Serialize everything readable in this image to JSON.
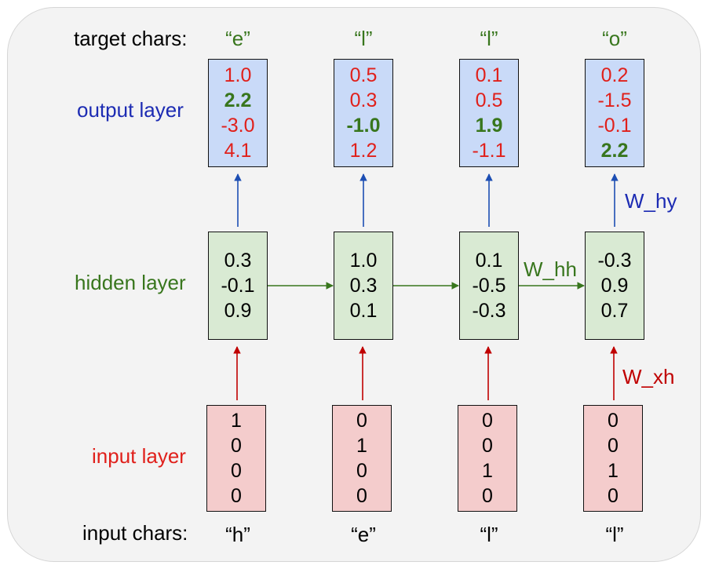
{
  "target_label": "target chars:",
  "input_chars_label": "input chars:",
  "layers": {
    "output": "output layer",
    "hidden": "hidden layer",
    "input": "input layer"
  },
  "weights": {
    "hy": "W_hy",
    "hh": "W_hh",
    "xh": "W_xh"
  },
  "colors": {
    "output_fill": "#c9daf8",
    "hidden_fill": "#d9ead3",
    "input_fill": "#f4cccc",
    "output_text": "#e0201b",
    "target_green": "#38761d",
    "wxh_red": "#c00000",
    "why_blue": "#1c4eb3"
  },
  "steps": [
    {
      "target": "“e”",
      "input_char": "“h”",
      "output": [
        {
          "v": "1.0",
          "hi": false
        },
        {
          "v": "2.2",
          "hi": true
        },
        {
          "v": "-3.0",
          "hi": false
        },
        {
          "v": "4.1",
          "hi": false
        }
      ],
      "hidden": [
        "0.3",
        "-0.1",
        "0.9"
      ],
      "input": [
        "1",
        "0",
        "0",
        "0"
      ]
    },
    {
      "target": "“l”",
      "input_char": "“e”",
      "output": [
        {
          "v": "0.5",
          "hi": false
        },
        {
          "v": "0.3",
          "hi": false
        },
        {
          "v": "-1.0",
          "hi": true
        },
        {
          "v": "1.2",
          "hi": false
        }
      ],
      "hidden": [
        "1.0",
        "0.3",
        "0.1"
      ],
      "input": [
        "0",
        "1",
        "0",
        "0"
      ]
    },
    {
      "target": "“l”",
      "input_char": "“l”",
      "output": [
        {
          "v": "0.1",
          "hi": false
        },
        {
          "v": "0.5",
          "hi": false
        },
        {
          "v": "1.9",
          "hi": true
        },
        {
          "v": "-1.1",
          "hi": false
        }
      ],
      "hidden": [
        "0.1",
        "-0.5",
        "-0.3"
      ],
      "input": [
        "0",
        "0",
        "1",
        "0"
      ]
    },
    {
      "target": "“o”",
      "input_char": "“l”",
      "output": [
        {
          "v": "0.2",
          "hi": false
        },
        {
          "v": "-1.5",
          "hi": false
        },
        {
          "v": "-0.1",
          "hi": false
        },
        {
          "v": "2.2",
          "hi": true
        }
      ],
      "hidden": [
        "-0.3",
        "0.9",
        "0.7"
      ],
      "input": [
        "0",
        "0",
        "1",
        "0"
      ]
    }
  ]
}
